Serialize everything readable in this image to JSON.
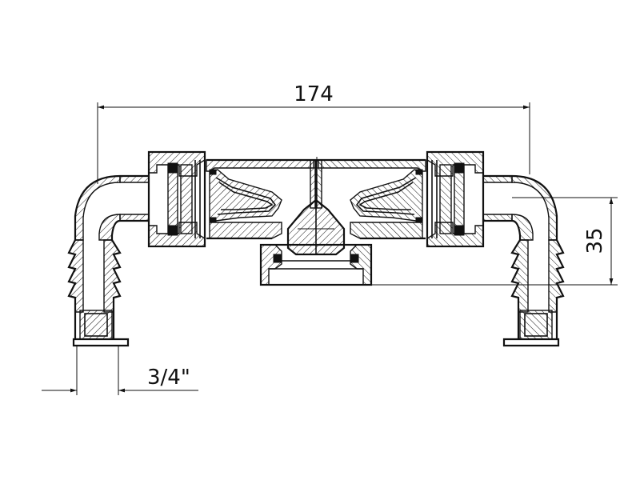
{
  "dimensions": {
    "overall_width": "174",
    "height": "35",
    "thread": "3/4\""
  }
}
